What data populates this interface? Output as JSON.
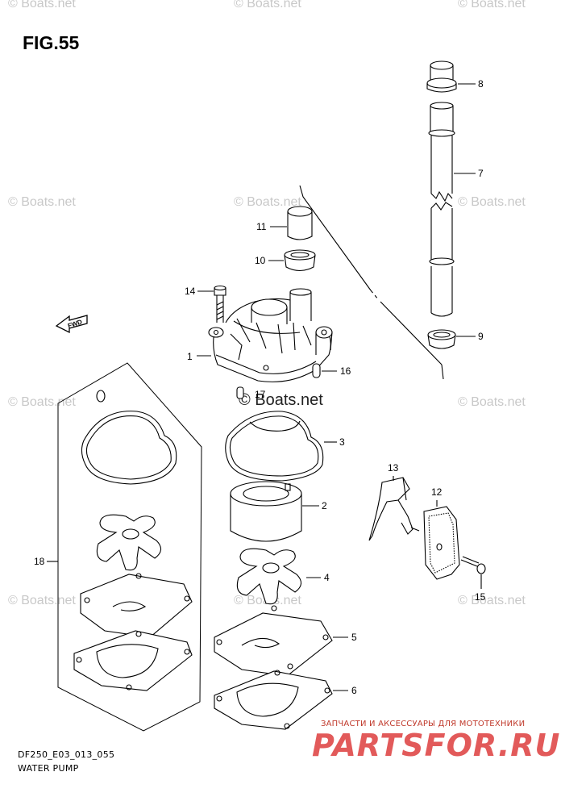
{
  "figure": {
    "title": "FIG.55",
    "code": "DF250_E03_013_055",
    "name": "WATER PUMP"
  },
  "watermarks": [
    "© Boats.net",
    "© Boats.net",
    "© Boats.net",
    "© Boats.net",
    "© Boats.net",
    "© Boats.net",
    "© Boats.net",
    "© Boats.net",
    "© Boats.net",
    "© Boats.net"
  ],
  "center_watermark": "© Boats.net",
  "fwd_label": "FWD",
  "callouts": [
    "1",
    "2",
    "3",
    "4",
    "5",
    "6",
    "7",
    "8",
    "9",
    "10",
    "11",
    "12",
    "13",
    "14",
    "15",
    "16",
    "17",
    "18"
  ],
  "brand": {
    "subtitle": "ЗАПЧАСТИ И АКСЕССУАРЫ ДЛЯ МОТОТЕХНИКИ",
    "name": "PARTSFOR.RU"
  }
}
